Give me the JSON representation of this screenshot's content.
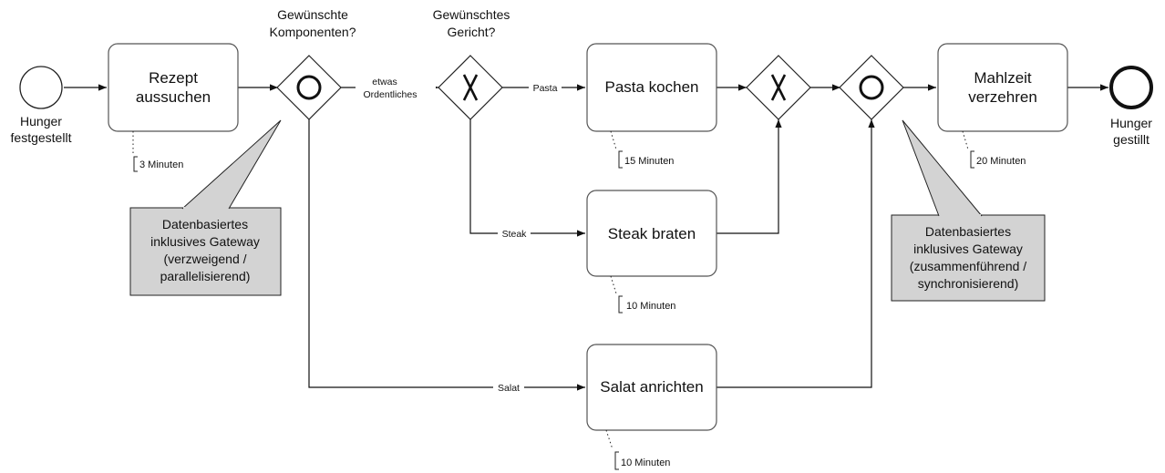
{
  "events": {
    "start": {
      "label_lines": [
        "Hunger",
        "festgestellt"
      ]
    },
    "end": {
      "label_lines": [
        "Hunger",
        "gestillt"
      ]
    }
  },
  "tasks": {
    "rezept": {
      "label_lines": [
        "Rezept",
        "aussuchen"
      ],
      "duration": "3 Minuten"
    },
    "pasta": {
      "label_lines": [
        "Pasta kochen"
      ],
      "duration": "15 Minuten"
    },
    "steak": {
      "label_lines": [
        "Steak braten"
      ],
      "duration": "10 Minuten"
    },
    "salat": {
      "label_lines": [
        "Salat anrichten"
      ],
      "duration": "10 Minuten"
    },
    "mahlzeit": {
      "label_lines": [
        "Mahlzeit",
        "verzehren"
      ],
      "duration": "20 Minuten"
    }
  },
  "gateways": {
    "inclusive_split": {
      "label_lines": [
        "Gewünschte",
        "Komponenten?"
      ]
    },
    "exclusive_split": {
      "label_lines": [
        "Gewünschtes",
        "Gericht?"
      ]
    }
  },
  "edges": {
    "etwas_ordentliches": [
      "etwas",
      "Ordentliches"
    ],
    "pasta": "Pasta",
    "steak": "Steak",
    "salat": "Salat"
  },
  "annotations": {
    "split_note": [
      "Datenbasiertes",
      "inklusives Gateway",
      "(verzweigend /",
      "parallelisierend)"
    ],
    "join_note": [
      "Datenbasiertes",
      "inklusives Gateway",
      "(zusammenführend /",
      "synchronisierend)"
    ]
  }
}
